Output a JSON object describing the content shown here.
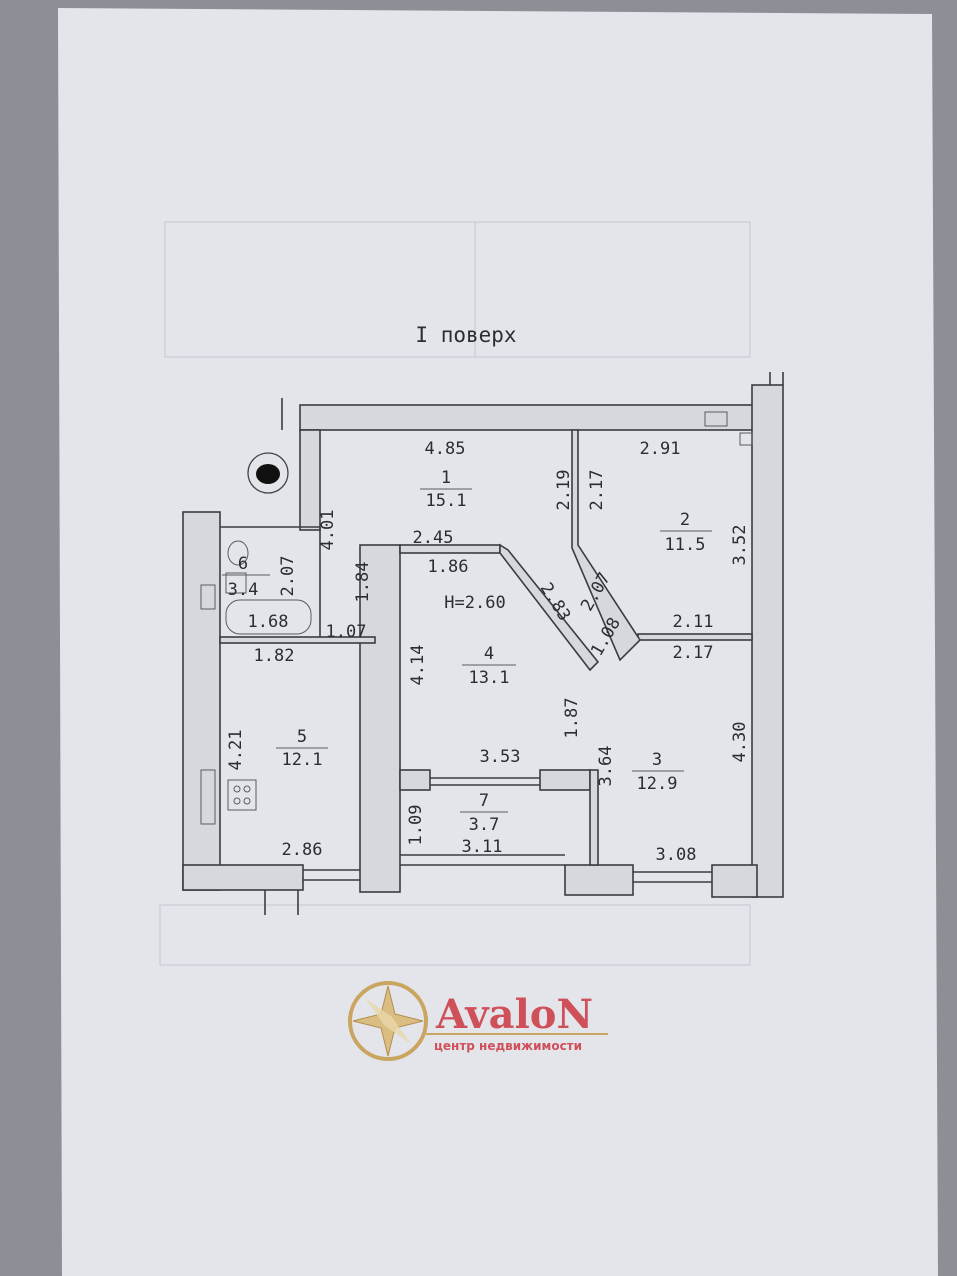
{
  "title": "I поверх",
  "rooms": [
    {
      "num": "1",
      "area": "15.1"
    },
    {
      "num": "2",
      "area": "11.5"
    },
    {
      "num": "3",
      "area": "12.9"
    },
    {
      "num": "4",
      "area": "13.1"
    },
    {
      "num": "5",
      "area": "12.1"
    },
    {
      "num": "6",
      "area": "3.4"
    },
    {
      "num": "7",
      "area": "3.7"
    }
  ],
  "height_label": "H=2.60",
  "dims": [
    "4.85",
    "2.91",
    "3.52",
    "2.19",
    "2.17",
    "2.45",
    "1.86",
    "2.83",
    "2.07",
    "1.08",
    "2.11",
    "2.17",
    "2.07",
    "4.01",
    "1.84",
    "1.68",
    "1.07",
    "1.82",
    "4.14",
    "1.87",
    "3.64",
    "4.30",
    "4.21",
    "2.86",
    "3.53",
    "1.09",
    "3.11",
    "3.08"
  ],
  "logo": {
    "name": "AvaloN",
    "tagline": "центр недвижимости"
  },
  "colors": {
    "paper": "#e3e5eb",
    "logo": "#d0505a",
    "logo_gold": "#c9a560"
  }
}
